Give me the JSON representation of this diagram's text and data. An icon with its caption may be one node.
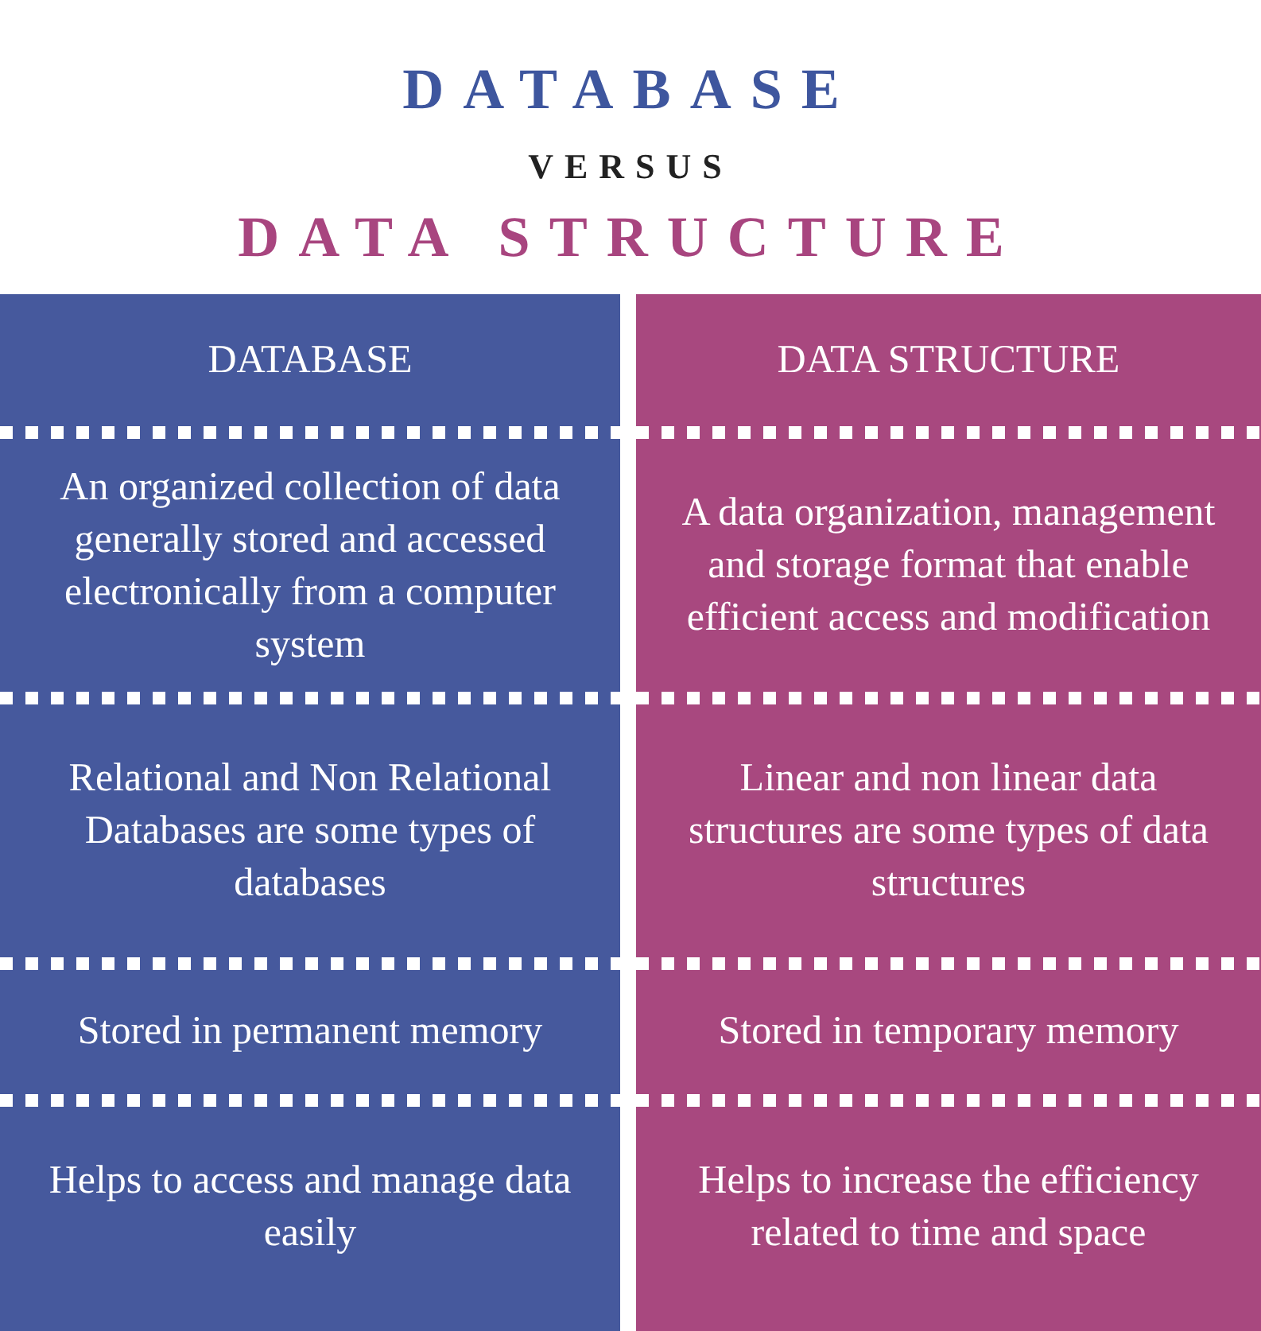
{
  "diagram": {
    "title": "DATABASE",
    "labels": [
      "VERSUS",
      "DATA STRUCTURE",
      "DATABASE",
      "DATA STRUCTURE",
      "An organized collection of data generally stored and accessed electronically from a computer system",
      "A data organization, management and storage format that enable efficient access and modification",
      "Relational and Non Relational Databases are some types of databases",
      "Linear and non linear data structures are some types of data structures",
      "Stored in permanent memory",
      "Stored in temporary memory",
      "Helps to access and manage data easily",
      "Helps to increase the efficiency related to time and space"
    ]
  }
}
